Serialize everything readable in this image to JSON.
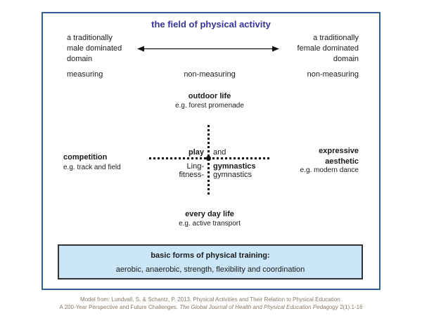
{
  "diagram": {
    "title": "the field of physical activity",
    "top_axis": {
      "left": "a traditionally\nmale dominated\ndomain",
      "right": "a traditionally\nfemale dominated\ndomain"
    },
    "measuring_row": {
      "left": "measuring",
      "center": "non-measuring",
      "right": "non-measuring"
    },
    "quadrant_top": {
      "label": "outdoor life",
      "example": "e.g. forest promenade"
    },
    "quadrant_left": {
      "label": "competition",
      "example": "e.g. track and field"
    },
    "quadrant_right": {
      "label": "expressive\naesthetic",
      "example": "e.g. modern dance"
    },
    "quadrant_bottom": {
      "label": "every day life",
      "example": "e.g. active transport"
    },
    "center_cross": {
      "play": "play",
      "and": "and",
      "ling": "Ling-",
      "gymnastics_bold": "gymnastics",
      "fitness": "fitness-",
      "gymnastics_plain": "gymnastics"
    },
    "training_box": {
      "heading": "basic forms of physical training:",
      "items": "aerobic, anaerobic, strength, flexibility and coordination"
    },
    "caption": {
      "line1": "Model from: Lundvall, S. & Schantz, P. 2013. Physical Activities and Their Relation to Physical Education:",
      "line2_prefix": "A 200-Year Perspective and Future Challenges. ",
      "line2_italic": "The Global Journal of Health and Physical Education Pedagogy",
      "line2_suffix": " 2(1):1-16"
    },
    "colors": {
      "title_text": "#333399",
      "frame_border": "#2f5f8f",
      "training_box_fill": "#cbe6f8",
      "training_box_border": "#333333",
      "caption_text": "#8a7a6a",
      "body_text": "#1a1a1a"
    }
  }
}
